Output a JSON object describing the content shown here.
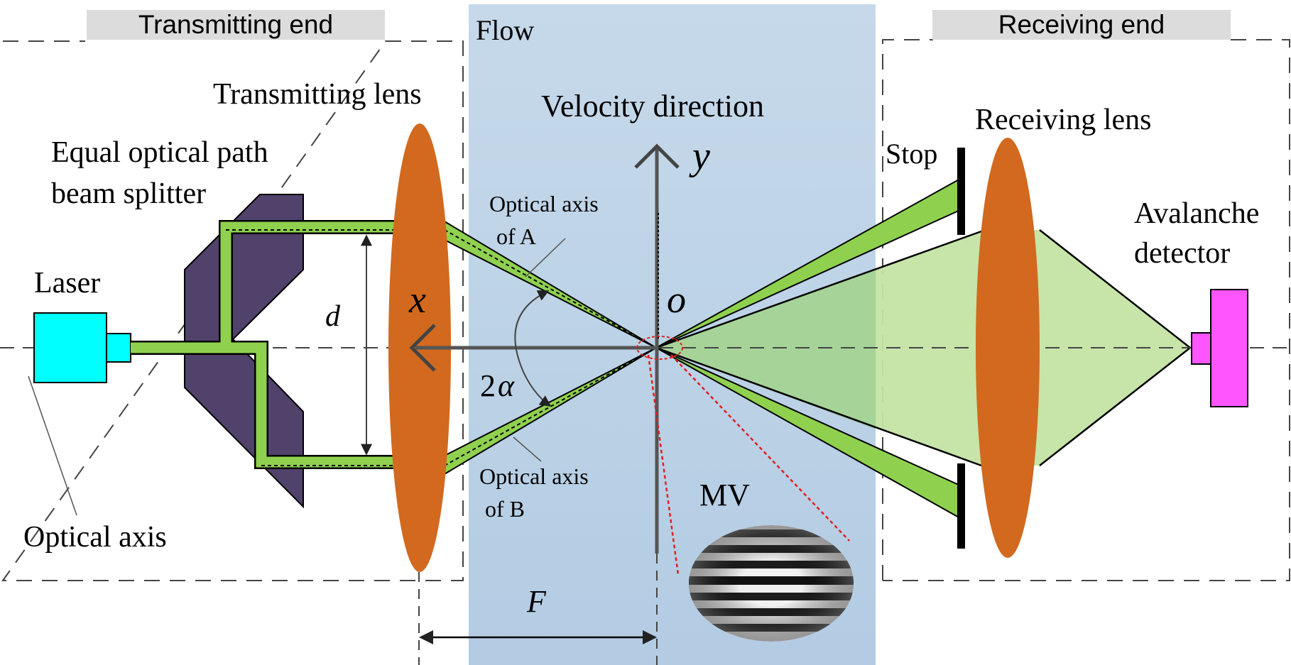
{
  "headers": {
    "transmitting_end": "Transmitting end",
    "receiving_end": "Receiving end"
  },
  "labels": {
    "flow": "Flow",
    "transmitting_lens": "Transmitting lens",
    "velocity_direction": "Velocity direction",
    "receiving_lens": "Receiving lens",
    "stop": "Stop",
    "splitter_line1": "Equal optical path",
    "splitter_line2": "beam splitter",
    "laser": "Laser",
    "avalanche_line1": "Avalanche",
    "avalanche_line2": "detector",
    "optical_axis": "Optical axis",
    "axis_a_line1": "Optical axis",
    "axis_a_line2": "of A",
    "axis_b_line1": "Optical axis",
    "axis_b_line2": "of B",
    "mv": "MV"
  },
  "symbols": {
    "y": "y",
    "x": "x",
    "o": "o",
    "d": "d",
    "F": "F",
    "two": "2",
    "alpha": "α"
  },
  "colors": {
    "header_bg": "#dcdcdc",
    "flow_bg": "#bcd3e6",
    "lens": "#d2691e",
    "laser": "#00ffff",
    "splitter": "#51426b",
    "beam": "#8fd14f",
    "cone": "#c4e3a4",
    "detector": "#ff55ff",
    "dashed_red": "#e02020"
  }
}
